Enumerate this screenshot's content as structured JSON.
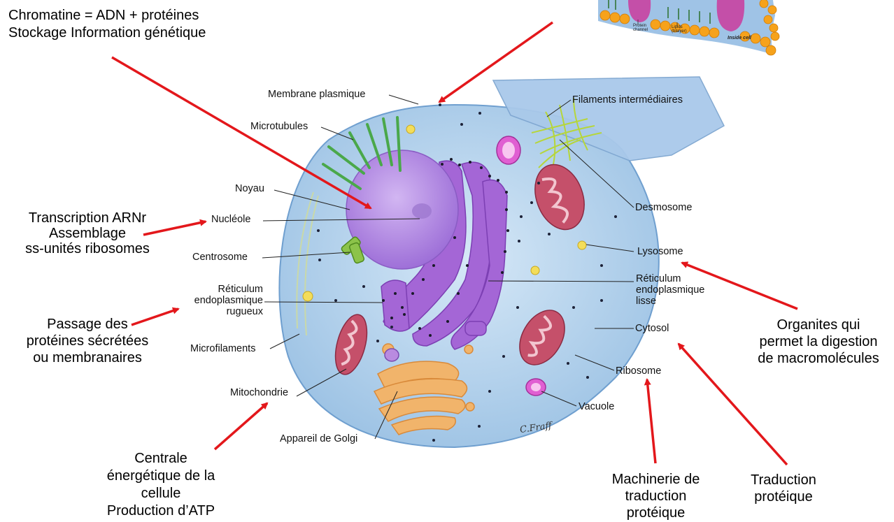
{
  "annotations": {
    "chromatine": [
      "Chromatine = ADN + protéines",
      "Stockage Information génétique"
    ],
    "transcription": [
      "Transcription ARNr",
      "Assemblage",
      "ss-unités ribosomes"
    ],
    "passage": [
      "Passage des",
      "protéines sécrétées",
      "ou membranaires"
    ],
    "centrale": [
      "Centrale",
      "énergétique de la",
      "cellule",
      "Production d’ATP"
    ],
    "machinerie": [
      "Machinerie de",
      "traduction",
      "protéique"
    ],
    "traduction": [
      "Traduction",
      "protéique"
    ],
    "organites": [
      "Organites qui",
      "permet la digestion",
      "de macromolécules"
    ]
  },
  "labels": {
    "membrane": "Membrane plasmique",
    "microtubules": "Microtubules",
    "noyau": "Noyau",
    "nucleole": "Nucléole",
    "centrosome": "Centrosome",
    "rer": [
      "Réticulum",
      "endoplasmique",
      "rugueux"
    ],
    "microfilaments": "Microfilaments",
    "mitochondrie": "Mitochondrie",
    "golgi": "Appareil de Golgi",
    "filaments": "Filaments intermédiaires",
    "desmosome": "Desmosome",
    "lysosome": "Lysosome",
    "rel": [
      "Réticulum",
      "endoplasmique",
      "lisse"
    ],
    "cytosol": "Cytosol",
    "ribosome": "Ribosome",
    "vacuole": "Vacuole"
  },
  "membrane_inset": {
    "labels": [
      [
        "Protein",
        "channel"
      ],
      [
        "Lipids",
        "(bilayer)"
      ]
    ],
    "inside": "Inside cell"
  },
  "signature": "C.Fraff",
  "colors": {
    "arrow": "#e3171b",
    "cell": "#b9d6ee",
    "nucleus": "#b48ee0",
    "er": "#a466d6",
    "mitochondria": "#c5506a",
    "golgi": "#f1b46b",
    "microtubules": "#4aa84a"
  }
}
